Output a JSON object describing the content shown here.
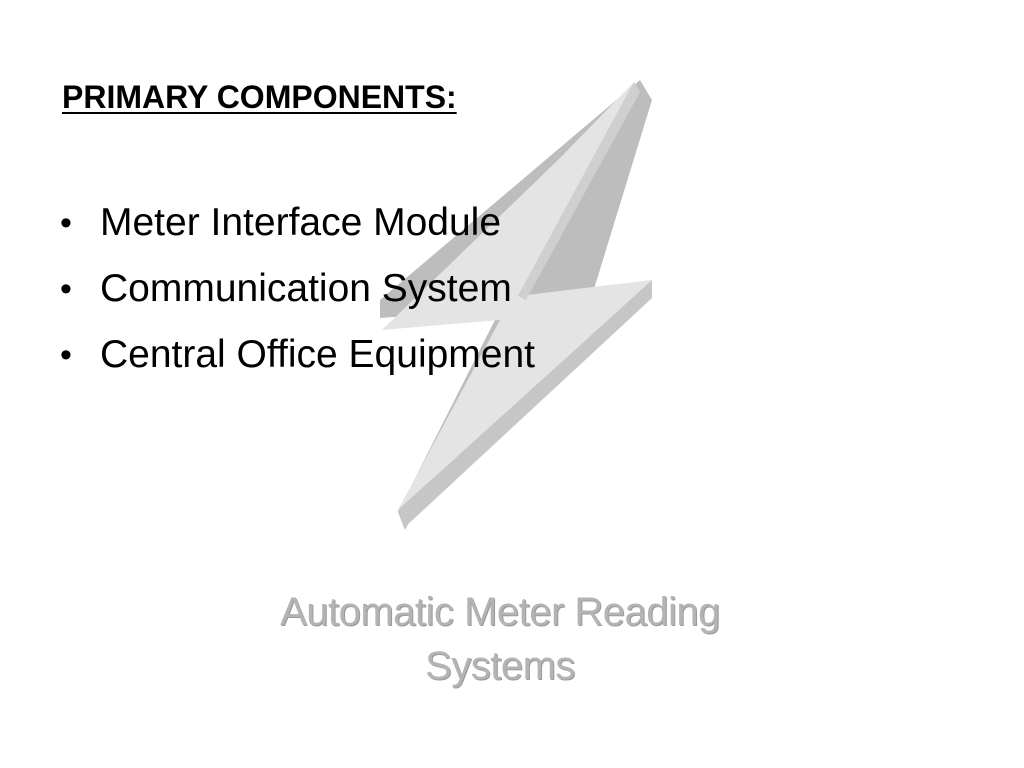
{
  "slide": {
    "title": "PRIMARY COMPONENTS:",
    "bullet_symbol": "•",
    "bullets": [
      "Meter Interface Module",
      "Communication System",
      "Central Office Equipment"
    ],
    "watermark": {
      "line1": "Automatic Meter Reading",
      "line2": "Systems"
    }
  },
  "colors": {
    "text": "#000000",
    "bolt_face": "#e4e4e4",
    "bolt_shadow": "#bdbdbd",
    "watermark_text": "#b4b4b4"
  },
  "icons": {
    "background_graphic": "lightning-bolt-icon"
  }
}
